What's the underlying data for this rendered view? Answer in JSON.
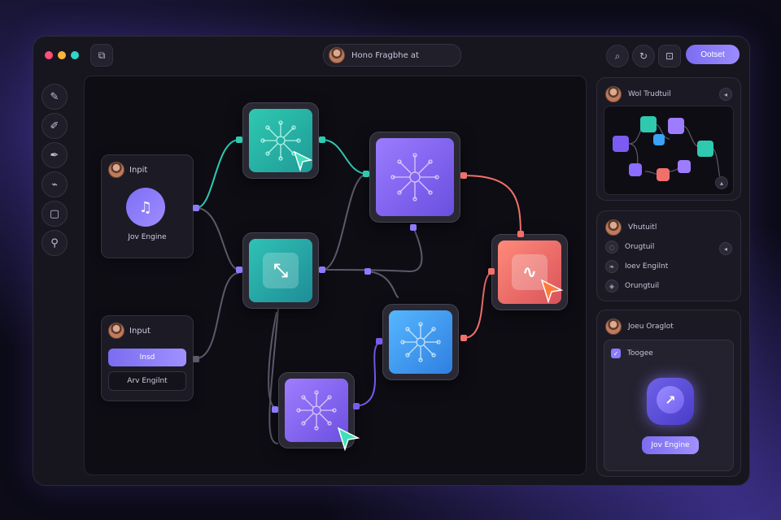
{
  "window": {
    "title": "Hono Fragbhe at",
    "primary_button": "Ootset",
    "traffic_colors": [
      "#ff4f7b",
      "#ffb23a",
      "#2fd6c7"
    ]
  },
  "toolbar": {
    "tools": [
      {
        "icon": "pencil-icon"
      },
      {
        "icon": "brush-icon"
      },
      {
        "icon": "pen-icon"
      },
      {
        "icon": "link-icon"
      },
      {
        "icon": "frame-icon"
      },
      {
        "icon": "wand-icon"
      }
    ]
  },
  "canvas": {
    "input_card_1": {
      "title": "Inpit",
      "label": "Jov Engine"
    },
    "input_card_2": {
      "title": "Input",
      "button": "Insd",
      "field": "Arv Engilnt"
    }
  },
  "right_panel": {
    "preview": {
      "title": "Wol Trudtuil"
    },
    "list": {
      "title": "Vhutuitl",
      "items": [
        "Orugtuil",
        "Ioev Engilnt",
        "Orungtuil"
      ]
    },
    "engine": {
      "title": "Joeu Oraglot",
      "checkbox_label": "Toogee",
      "button": "Jov Engine"
    }
  },
  "colors": {
    "accent": "#8c7bff",
    "teal": "#2fc9b0",
    "violet": "#7b5cf0",
    "blue": "#3aa3f5",
    "coral": "#f2706a"
  }
}
